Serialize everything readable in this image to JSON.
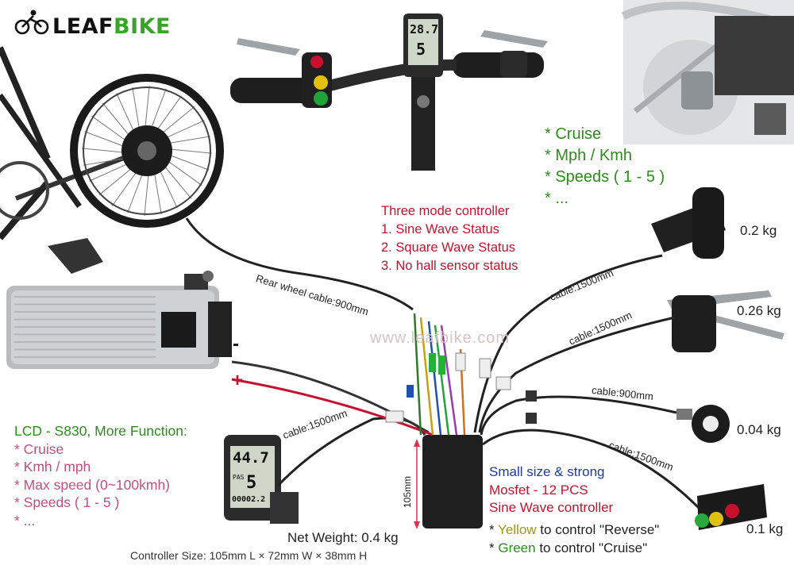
{
  "brand": {
    "name_part1": "LEAF",
    "name_part2": "BIKE",
    "icon": "cyclist-icon"
  },
  "watermark": "www.leafbike.com",
  "lcd_top": {
    "speed": "28.7",
    "gear": "5"
  },
  "lcd_bottom": {
    "speed": "44.7",
    "gear": "5",
    "pas": "PAS",
    "odo": "00002.2"
  },
  "top_features": [
    "* Cruise",
    "* Mph / Kmh",
    "* Speeds ( 1 - 5 )",
    "* ..."
  ],
  "controller_modes": {
    "title": "Three mode controller",
    "items": [
      "1. Sine Wave Status",
      "2. Square Wave Status",
      "3. No hall sensor status"
    ]
  },
  "cables": {
    "rear_wheel": "Rear wheel cable:900mm",
    "throttle": "cable:1500mm",
    "brake": "cable:1500mm",
    "pas": "cable:900mm",
    "switch": "cable:1500mm",
    "lcd": "cable:1500mm"
  },
  "weights": {
    "throttle": "0.2 kg",
    "brake": "0.26 kg",
    "pas": "0.04 kg",
    "switch": "0.1 kg"
  },
  "battery_polarity": {
    "minus": "-",
    "plus": "+"
  },
  "lcd_features": {
    "title": "LCD - S830, More Function:",
    "items": [
      "* Cruise",
      "* Kmh / mph",
      "* Max speed (0~100kmh)",
      "* Speeds ( 1 - 5 )",
      "* ..."
    ]
  },
  "controller_info": {
    "line1": "Small size & strong",
    "line2": "Mosfet - 12 PCS",
    "line3": "Sine Wave controller",
    "height_label": "105mm"
  },
  "switch_info": {
    "yellow_prefix": "* ",
    "yellow_word": "Yellow",
    "yellow_rest": " to control \"Reverse\"",
    "green_prefix": "* ",
    "green_word": "Green",
    "green_rest": " to control \"Cruise\""
  },
  "net_weight": "Net Weight: 0.4 kg",
  "controller_size": "Controller Size: 105mm L × 72mm W × 38mm H",
  "colors": {
    "green": "#2e8b1e",
    "red": "#c4122f",
    "pink": "#c0507e",
    "blue": "#1b3aa6",
    "yellow": "#9a9a10"
  }
}
